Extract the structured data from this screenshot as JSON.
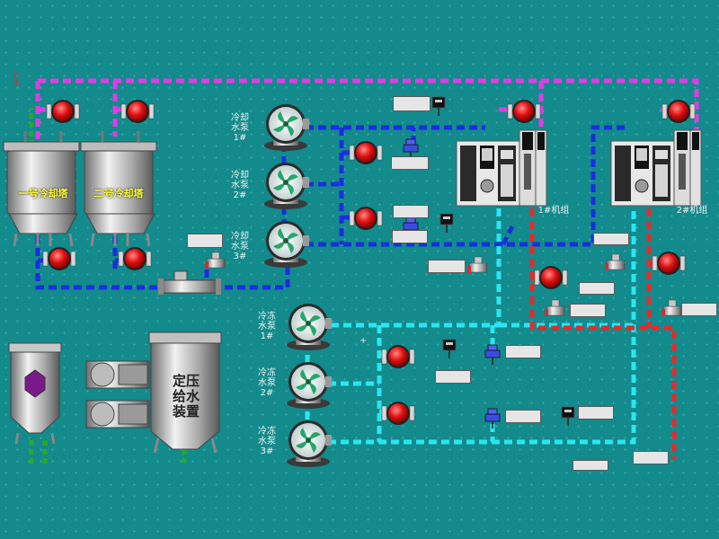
{
  "scada": {
    "side_note": "补水",
    "cooling_towers": [
      "一号冷却塔",
      "二号冷却塔"
    ],
    "cooling_pumps": [
      "冷却\n水泵\n1#",
      "冷却\n水泵\n2#",
      "冷却\n水泵\n3#"
    ],
    "chilled_pumps": [
      "冷冻\n水泵\n1#",
      "冷冻\n水泵\n2#",
      "冷冻\n水泵\n3#"
    ],
    "chillers": [
      "1#机组",
      "2#机组"
    ],
    "pressure_unit": "定压\n给水\n装置",
    "readouts": [
      "",
      "",
      "",
      "",
      "",
      "",
      "",
      "",
      "",
      "",
      "",
      "",
      "",
      "",
      "",
      "",
      ""
    ],
    "colors": {
      "background": "#138a8c",
      "cooling_return_magenta": "#e03ce6",
      "cooling_supply_blue": "#1a2ee0",
      "chilled_supply_cyan": "#28e6f2",
      "chilled_return_red": "#e82a2a",
      "makeup_green": "#2aa82a"
    }
  }
}
